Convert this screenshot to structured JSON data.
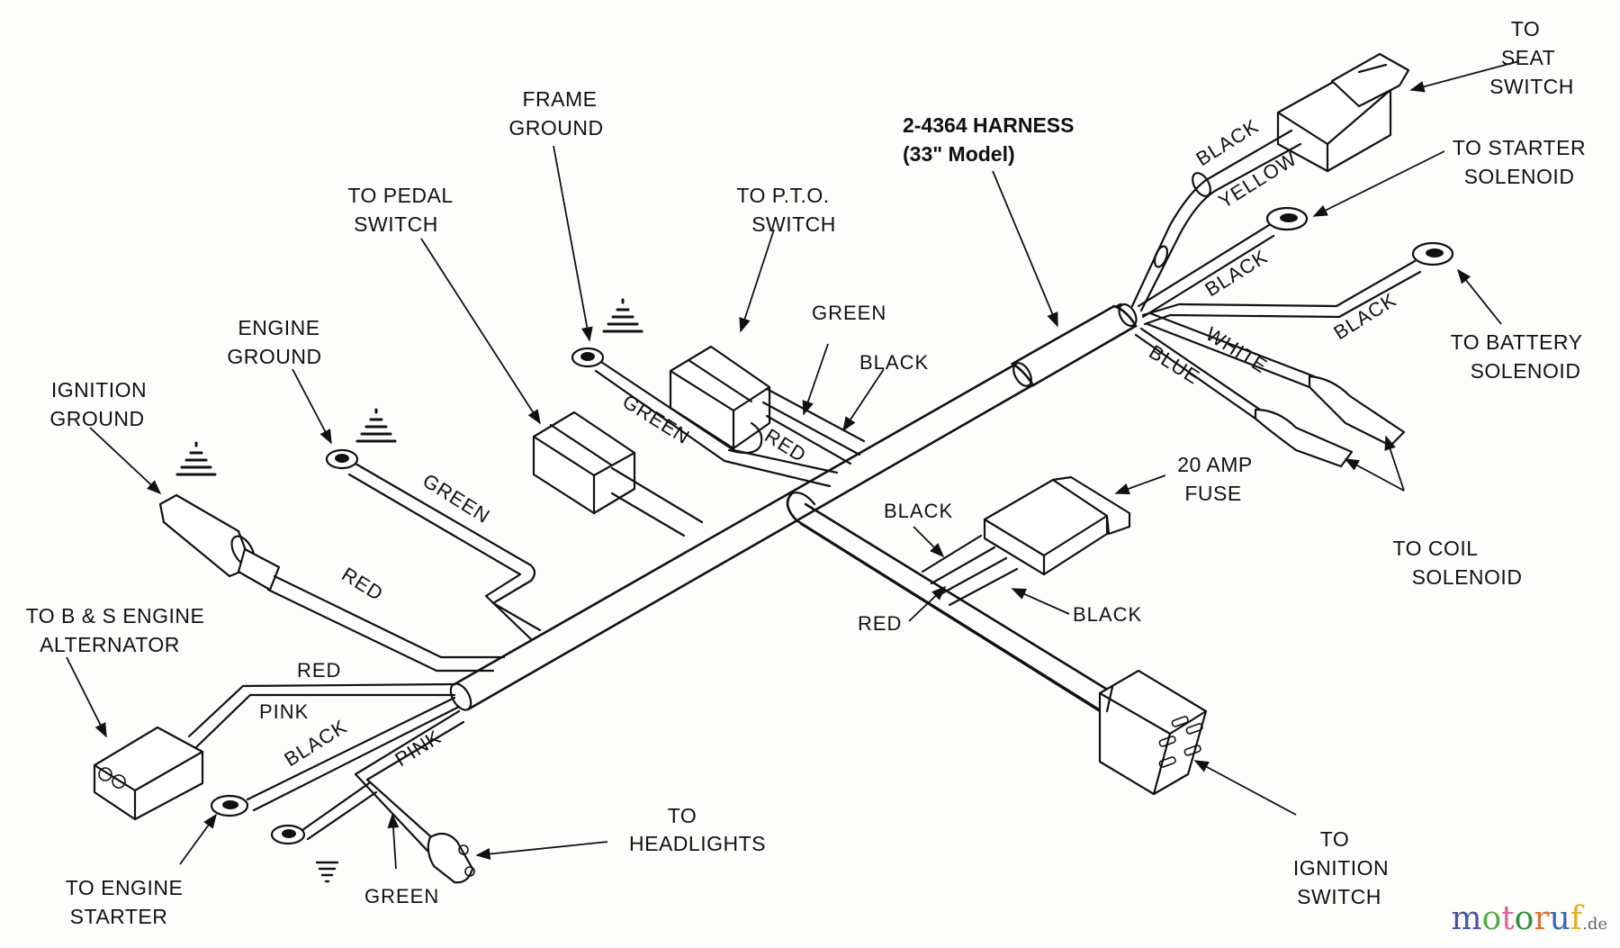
{
  "diagram": {
    "title": "2-4364 HARNESS",
    "subtitle": "(33\" Model)",
    "callouts": {
      "seat_switch": [
        "TO",
        "SEAT",
        "SWITCH"
      ],
      "starter_solenoid": [
        "TO STARTER",
        "SOLENOID"
      ],
      "battery_solenoid": [
        "TO BATTERY",
        "SOLENOID"
      ],
      "coil_solenoid": [
        "TO COIL",
        "SOLENOID"
      ],
      "fuse": [
        "20 AMP",
        "FUSE"
      ],
      "ignition_switch": [
        "TO",
        "IGNITION",
        "SWITCH"
      ],
      "headlights": [
        "TO",
        "HEADLIGHTS"
      ],
      "engine_starter": [
        "TO ENGINE",
        "STARTER"
      ],
      "alternator": [
        "TO B & S  ENGINE",
        "ALTERNATOR"
      ],
      "ignition_ground": [
        "IGNITION",
        "GROUND"
      ],
      "engine_ground": [
        "ENGINE",
        "GROUND"
      ],
      "pedal_switch": [
        "TO PEDAL",
        "SWITCH"
      ],
      "frame_ground": [
        "FRAME",
        "GROUND"
      ],
      "pto_switch": [
        "TO P.T.O.",
        "SWITCH"
      ]
    },
    "wire_labels": {
      "seat_black": "BLACK",
      "seat_yellow": "YELLOW",
      "starter_black": "BLACK",
      "battery_black": "BLACK",
      "coil_white": "WHITE",
      "coil_blue": "BLUE",
      "pto_green": "GREEN",
      "pto_black": "BLACK",
      "pto_red": "RED",
      "frame_green": "GREEN",
      "engine_ground_green": "GREEN",
      "ignition_red": "RED",
      "fuse_black_top": "BLACK",
      "fuse_black_bottom": "BLACK",
      "fuse_red": "RED",
      "alt_red": "RED",
      "alt_pink": "PINK",
      "starter_wire_black": "BLACK",
      "headlight_pink": "PINK",
      "headlight_green": "GREEN"
    }
  },
  "watermark": {
    "letters": [
      {
        "ch": "m",
        "color": "#4a55a5"
      },
      {
        "ch": "o",
        "color": "#5aaa4a"
      },
      {
        "ch": "t",
        "color": "#e0609a"
      },
      {
        "ch": "o",
        "color": "#2f8f3f"
      },
      {
        "ch": "r",
        "color": "#e07030"
      },
      {
        "ch": "u",
        "color": "#3a68b0"
      },
      {
        "ch": "f",
        "color": "#e0b020"
      }
    ],
    "suffix": ".de"
  }
}
